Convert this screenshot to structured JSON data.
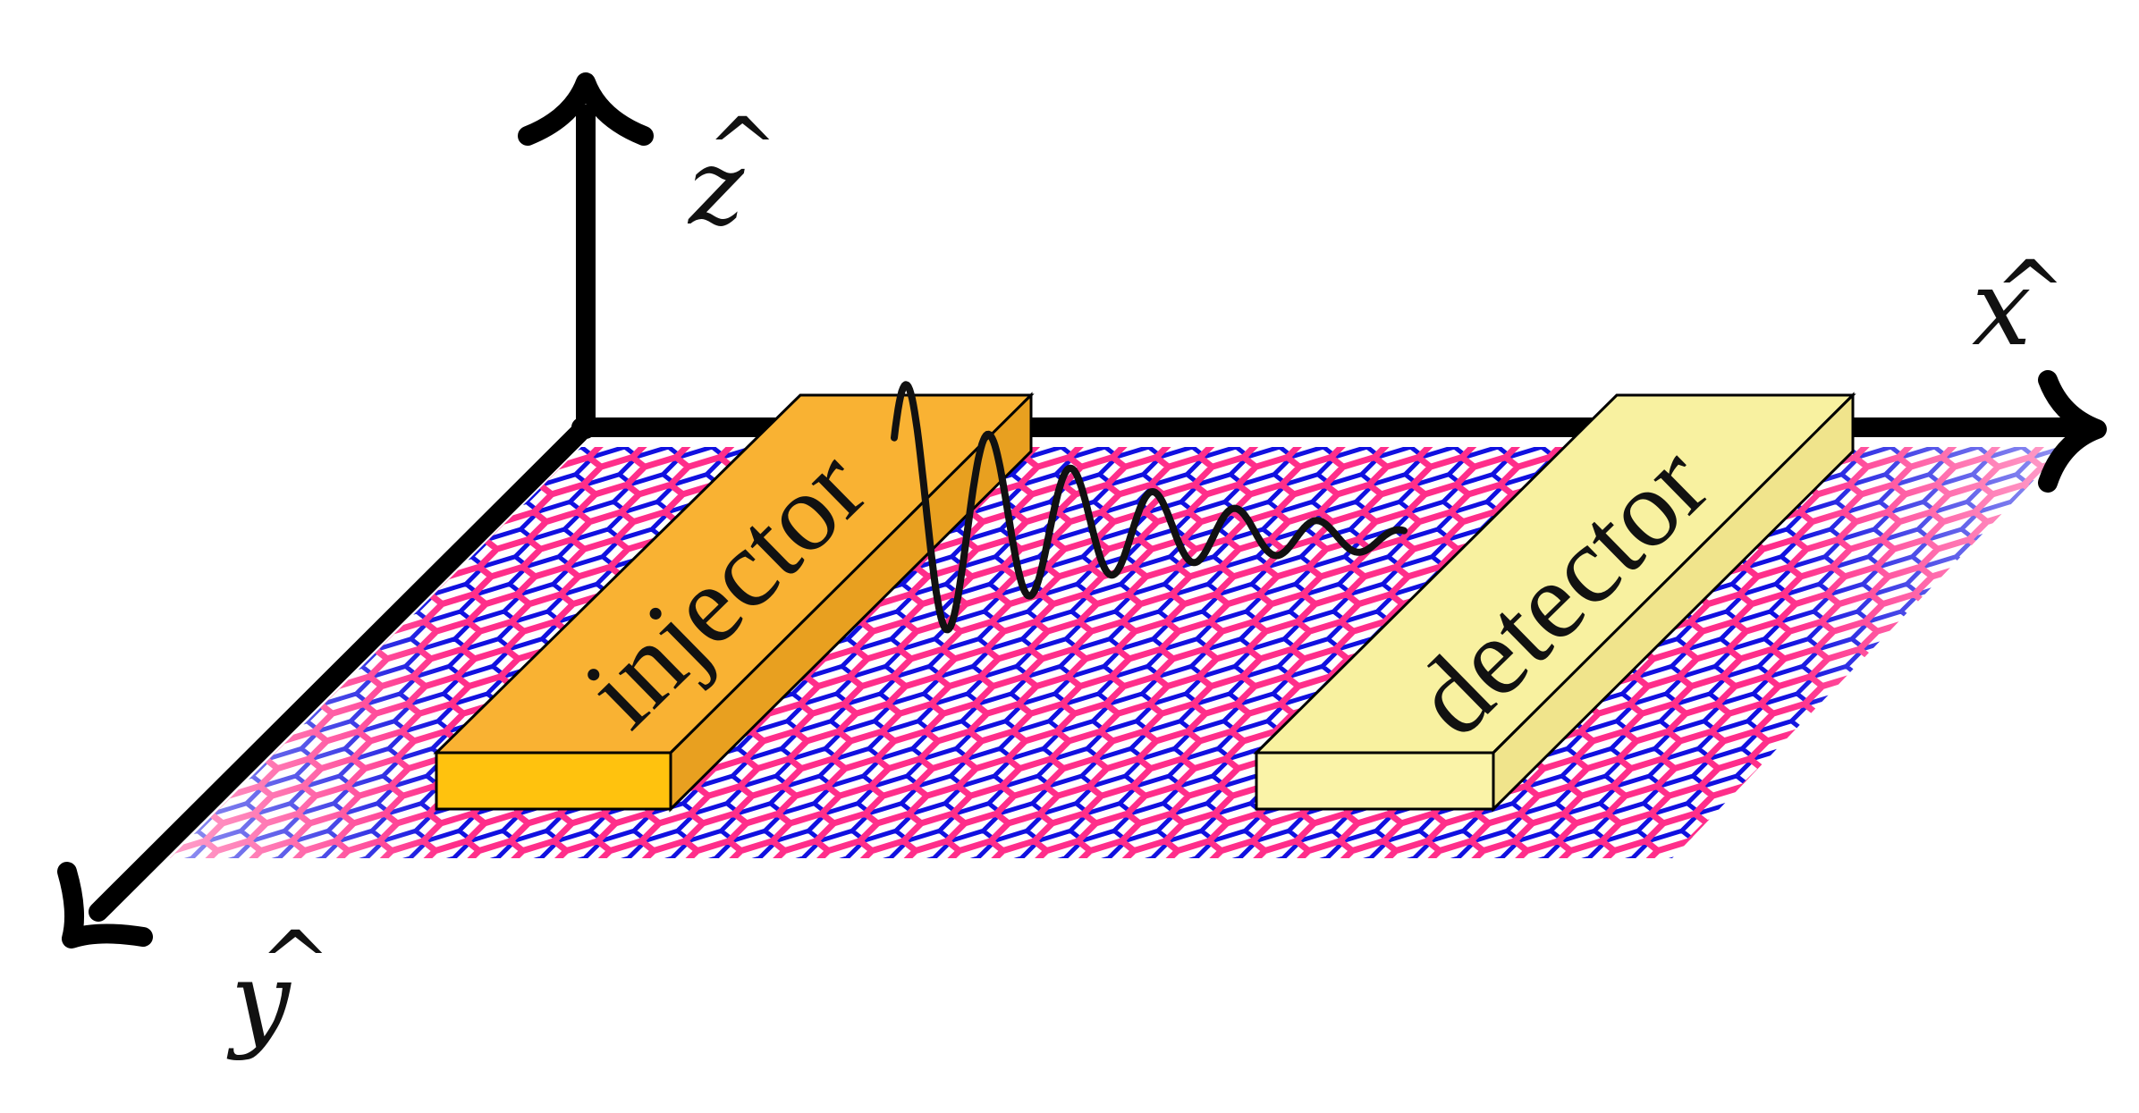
{
  "axes": {
    "x": {
      "label": "x",
      "hat": "^"
    },
    "y": {
      "label": "y",
      "hat": "^"
    },
    "z": {
      "label": "z",
      "hat": "^"
    }
  },
  "injector": {
    "label": "injector",
    "top_color": "#F9B233",
    "side_color": "#FFC20E"
  },
  "detector": {
    "label": "detector",
    "top_color": "#F8F1A0",
    "side_color": "#FAF3A8"
  },
  "lattice": {
    "layer_a_color": "#1010E0",
    "layer_b_color": "#FF2E8A"
  },
  "wave": {
    "color": "#111111"
  }
}
